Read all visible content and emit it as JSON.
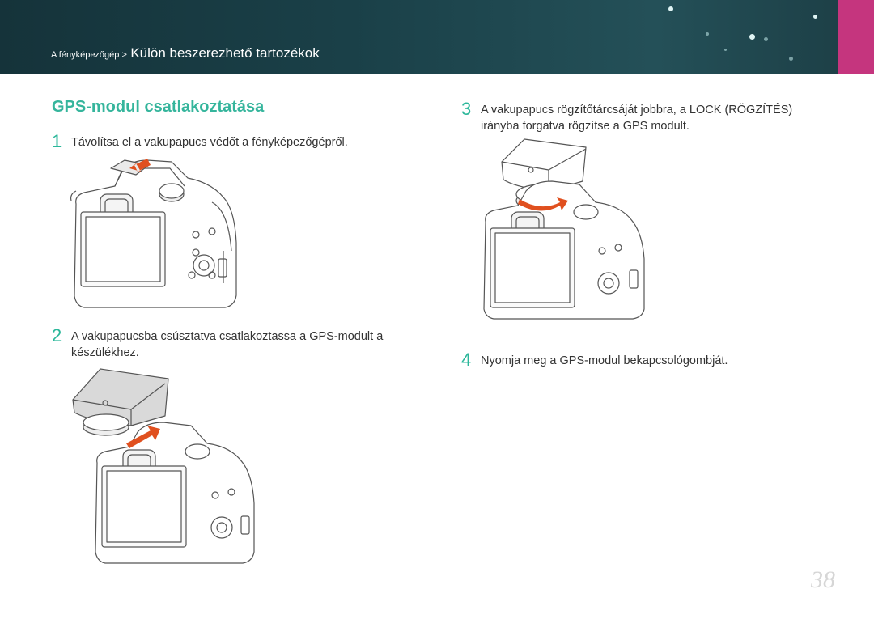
{
  "header": {
    "breadcrumb_small": "A fényképezőgép >",
    "breadcrumb_big": "Külön beszerezhető tartozékok",
    "accent_color": "#c5357e"
  },
  "section": {
    "title": "GPS-modul csatlakoztatása",
    "title_color": "#35b59c"
  },
  "steps": [
    {
      "num": "1",
      "text": "Távolítsa el a vakupapucs védőt a fényképezőgépről."
    },
    {
      "num": "2",
      "text": "A vakupapucsba csúsztatva csatlakoztassa a GPS-modult a készülékhez."
    },
    {
      "num": "3",
      "text": "A vakupapucs rögzítőtárcsáját jobbra, a LOCK (RÖGZÍTÉS) irányba forgatva rögzítse a GPS modult."
    },
    {
      "num": "4",
      "text": "Nyomja meg a GPS-modul bekapcsológombját."
    }
  ],
  "page_number": "38",
  "illustrations": [
    {
      "name": "camera-remove-shoe-cover",
      "arrow_color": "#e0501f"
    },
    {
      "name": "camera-attach-gps",
      "arrow_color": "#e0501f"
    },
    {
      "name": "camera-lock-gps",
      "arrow_color": "#e0501f"
    }
  ]
}
